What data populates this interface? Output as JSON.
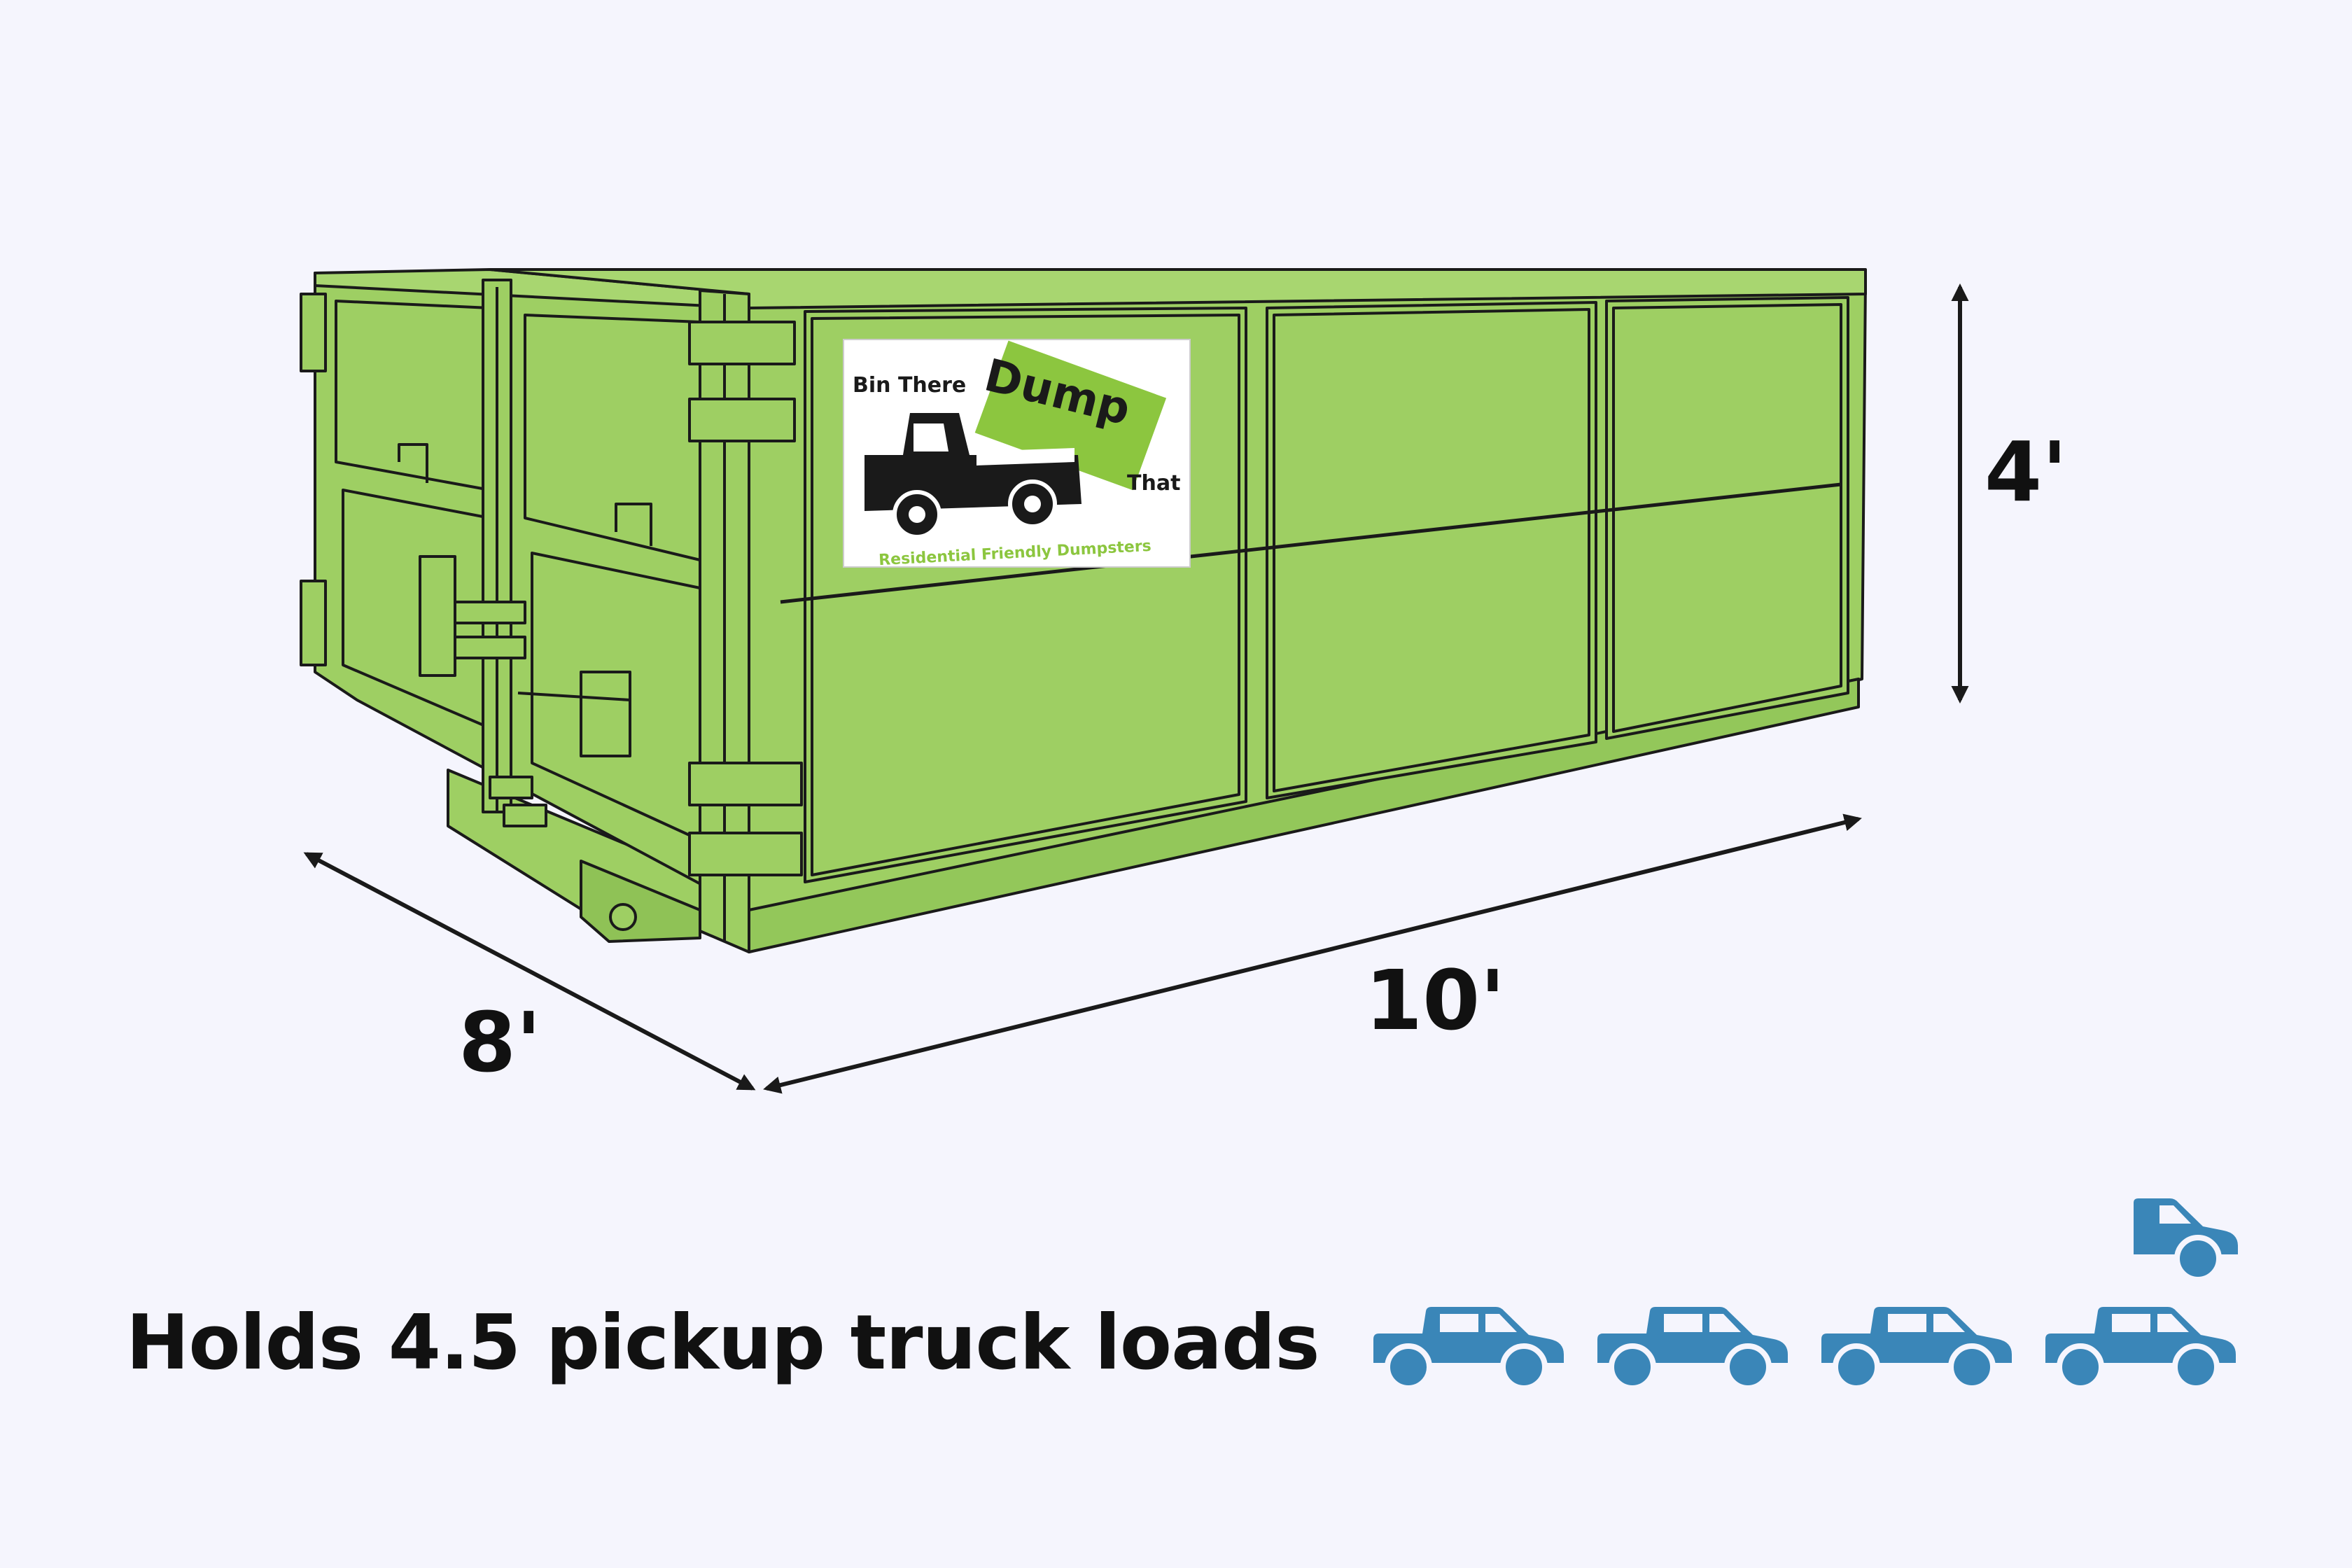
{
  "dimensions": {
    "height_label": "4'",
    "width_label": "8'",
    "length_label": "10'"
  },
  "logo": {
    "line1": "Bin There",
    "word_highlight": "Dump",
    "line3": "That",
    "tagline": "Residential Friendly Dumpsters"
  },
  "caption": "Holds 4.5 pickup truck loads",
  "truck_loads": 4.5,
  "colors": {
    "background": "#f5f5fd",
    "dumpster_green": "#9ecf63",
    "logo_green": "#8cc63f",
    "truck_blue": "#3a86b8",
    "outline": "#1a1a1a"
  },
  "icons": {
    "truck_icon": "pickup-truck-icon",
    "half_truck_icon": "pickup-truck-half-icon"
  }
}
